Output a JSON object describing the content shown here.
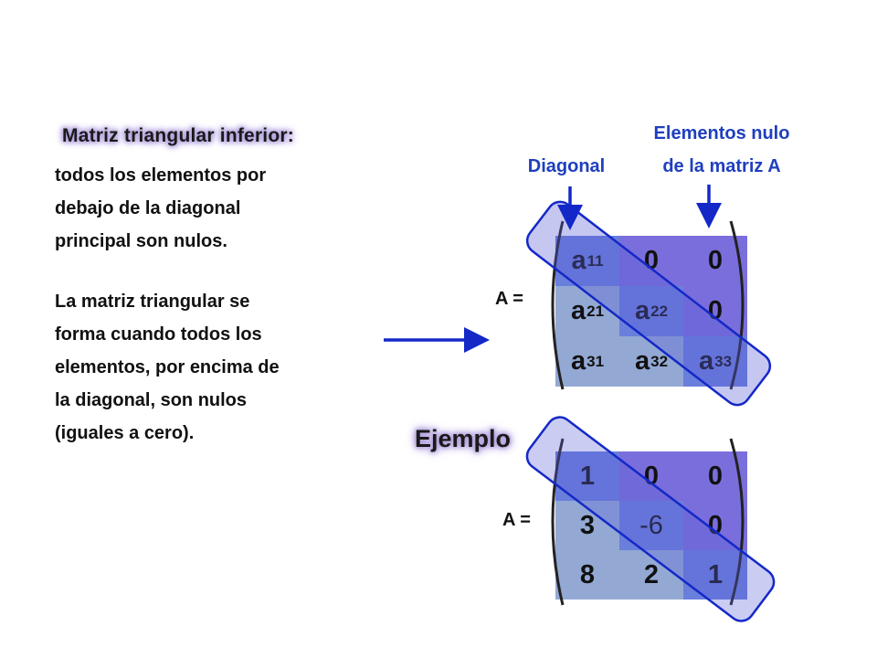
{
  "heading": "Matriz triangular inferior:",
  "paragraph1": [
    "todos los elementos por",
    "debajo de la diagonal",
    "principal son nulos."
  ],
  "paragraph2": [
    "La matriz triangular se",
    "forma cuando todos los",
    "elementos, por encima de",
    "la diagonal, son nulos",
    "(iguales a cero)."
  ],
  "label_diagonal": "Diagonal",
  "label_null": [
    "Elementos nulo",
    "de la matriz A"
  ],
  "eq_label_top": "A =",
  "eq_label_bottom": "A =",
  "example_title": "Ejemplo",
  "matrix_general": {
    "rows": [
      [
        {
          "base": "a",
          "sub": "11"
        },
        {
          "base": "0",
          "sub": ""
        },
        {
          "base": "0",
          "sub": ""
        }
      ],
      [
        {
          "base": "a",
          "sub": "21"
        },
        {
          "base": "a",
          "sub": "22"
        },
        {
          "base": "0",
          "sub": ""
        }
      ],
      [
        {
          "base": "a",
          "sub": "31"
        },
        {
          "base": "a",
          "sub": "32"
        },
        {
          "base": "a",
          "sub": "33"
        }
      ]
    ]
  },
  "matrix_example": {
    "rows": [
      [
        "1",
        "0",
        "0"
      ],
      [
        "3",
        "-6",
        "0"
      ],
      [
        "8",
        "2",
        "1"
      ]
    ]
  },
  "colors": {
    "text_blue": "#1f3fbf",
    "arrow": "#1428c8",
    "cell_light": "#93a9d4",
    "cell_mid": "#6a7edc",
    "cell_dark": "#7a6edc",
    "diagonal_band": "#5a5fd8"
  }
}
